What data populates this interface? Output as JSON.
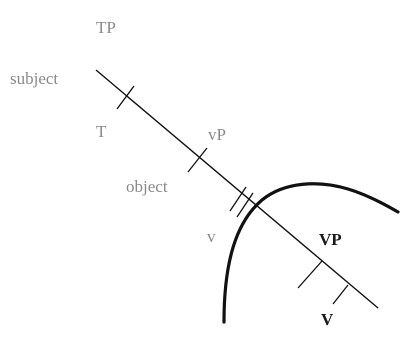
{
  "labels": {
    "tp": "TP",
    "subject": "subject",
    "t": "T",
    "little_vp": "vP",
    "object": "object",
    "little_v": "v",
    "big_vp": "VP",
    "big_v": "V"
  },
  "colors": {
    "faded_label": "#8a8a8a",
    "dark_label": "#1a1a1a",
    "line": "#111111"
  }
}
